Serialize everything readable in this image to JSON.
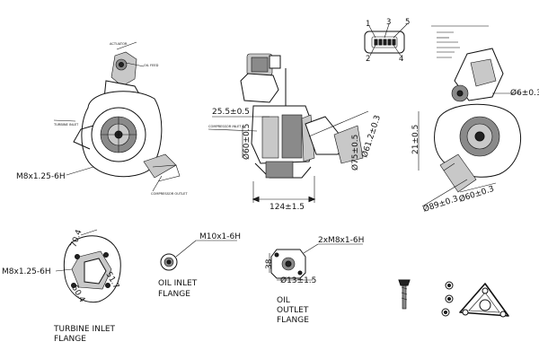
{
  "connector": {
    "pin_1": "1",
    "pin_2": "2",
    "pin_3": "3",
    "pin_4": "4",
    "pin_5": "5"
  },
  "top_left_view": {
    "label_inlet": "TURBINE INLET",
    "label_outlet": "COMPRESSOR OUTLET",
    "label_oil_feed": "OIL FEED",
    "label_actuator": "ACTUATOR",
    "dim_thread": "M8x1.25-6H"
  },
  "center_view": {
    "dim_255": "25.5±0.5",
    "dim_phi60": "Ø60±0.5",
    "dim_phi75": "Ø75±0.5",
    "dim_phi61": "Ø61.2±0.3",
    "dim_124": "124±1.5",
    "label_compressor_inlet": "COMPRESSOR INLET"
  },
  "right_view": {
    "dim_phi6": "Ø6±0.3",
    "dim_21": "21±0.5",
    "dim_phi89": "Ø89±0.3",
    "dim_phi60": "Ø60±0.3"
  },
  "turbine_flange": {
    "dim_thread": "M8x1.25-6H",
    "dim_70": "70.4",
    "dim_50": "50.4",
    "dim_51": "51.7",
    "caption_line1": "TURBINE INLET",
    "caption_line2": "FLANGE"
  },
  "oil_inlet": {
    "dim_thread": "M10x1-6H",
    "caption_line1": "OIL INLET",
    "caption_line2": "FLANGE"
  },
  "oil_outlet": {
    "dim_thread": "2xM8x1-6H",
    "dim_38": "38",
    "dim_phi13": "Ø13±1.5",
    "caption_line1": "OIL",
    "caption_line2": "OUTLET",
    "caption_line3": "FLANGE"
  }
}
